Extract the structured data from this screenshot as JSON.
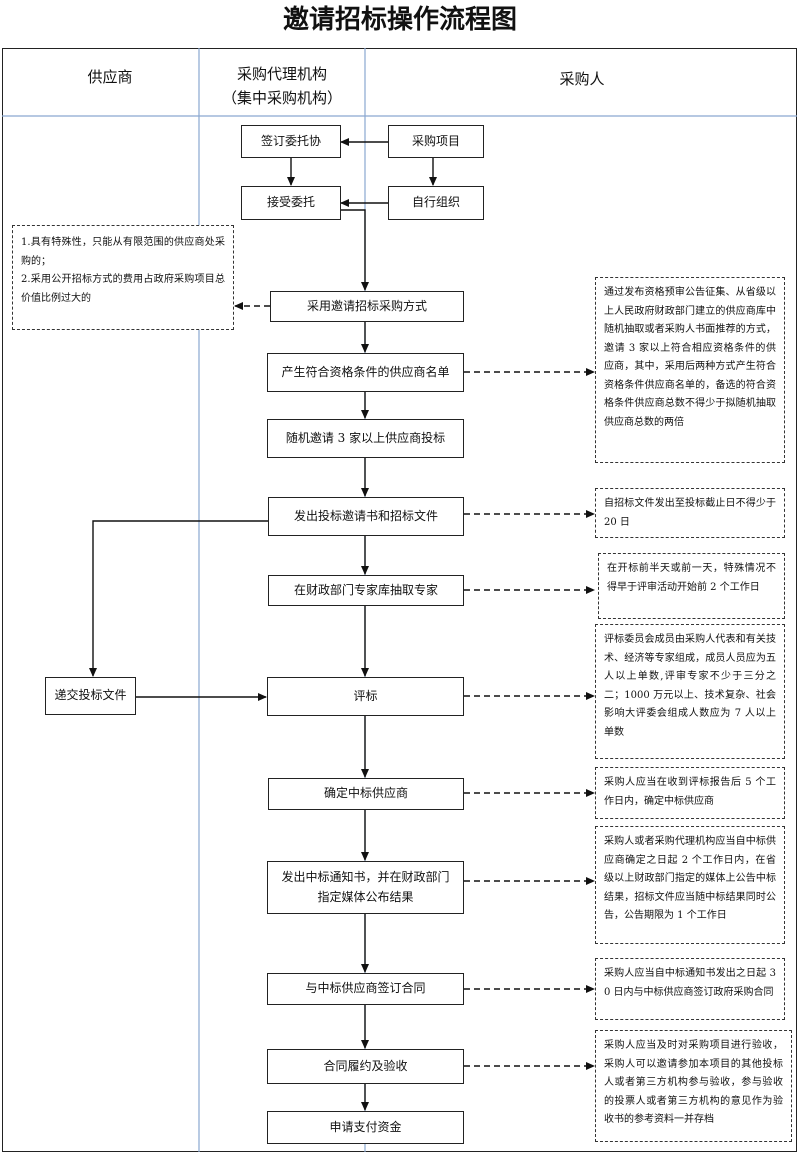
{
  "title": "邀请招标操作流程图",
  "lanes": {
    "supplier": "供应商",
    "agency_line1": "采购代理机构",
    "agency_line2": "（集中采购机构）",
    "purchaser": "采购人"
  },
  "steps": {
    "sign_commission": "签订委托协",
    "purchase_project": "采购项目",
    "accept_commission": "接受委托",
    "self_organize": "自行组织",
    "adopt_invitation": "采用邀请招标采购方式",
    "qualified_list": "产生符合资格条件的供应商名单",
    "random_invite": "随机邀请 3 家以上供应商投标",
    "issue_invitation": "发出投标邀请书和招标文件",
    "extract_experts": "在财政部门专家库抽取专家",
    "submit_bid": "递交投标文件",
    "evaluate": "评标",
    "determine_winner": "确定中标供应商",
    "notify_line1": "发出中标通知书，并在财政部门",
    "notify_line2": "指定媒体公布结果",
    "sign_contract": "与中标供应商签订合同",
    "perform_accept": "合同履约及验收",
    "apply_payment": "申请支付资金"
  },
  "notes": {
    "conditions": [
      "1.具有特殊性，只能从有限范围的供应商处采购的；",
      "2.采用公开招标方式的费用占政府采购项目总价值比例过大的"
    ],
    "qualified_list": "通过发布资格预审公告征集、从省级以上人民政府财政部门建立的供应商库中随机抽取或者采购人书面推荐的方式，邀请 3 家以上符合相应资格条件的供应商，其中，采用后两种方式产生符合资格条件供应商名单的，备选的符合资格条件供应商总数不得少于拟随机抽取供应商总数的两倍",
    "issue_invitation": "自招标文件发出至投标截止日不得少于 20 日",
    "extract_experts": "在开标前半天或前一天，特殊情况不得早于评审活动开始前 2 个工作日",
    "evaluate": "评标委员会成员由采购人代表和有关技术、经济等专家组成，成员人员应为五人以上单数,评审专家不少于三分之二；1000 万元以上、技术复杂、社会影响大评委会组成人数应为 7 人以上单数",
    "determine_winner": "采购人应当在收到评标报告后 5 个工作日内，确定中标供应商",
    "notify": "采购人或者采购代理机构应当自中标供应商确定之日起 2 个工作日内，在省级以上财政部门指定的媒体上公告中标结果，招标文件应当随中标结果同时公告，公告期限为 1 个工作日",
    "sign_contract": "采购人应当自中标通知书发出之日起 30 日内与中标供应商签订政府采购合同",
    "perform_accept": "采购人应当及时对采购项目进行验收，采购人可以邀请参加本项目的其他投标人或者第三方机构参与验收，参与验收的投票人或者第三方机构的意见作为验收书的参考资料一并存档"
  }
}
